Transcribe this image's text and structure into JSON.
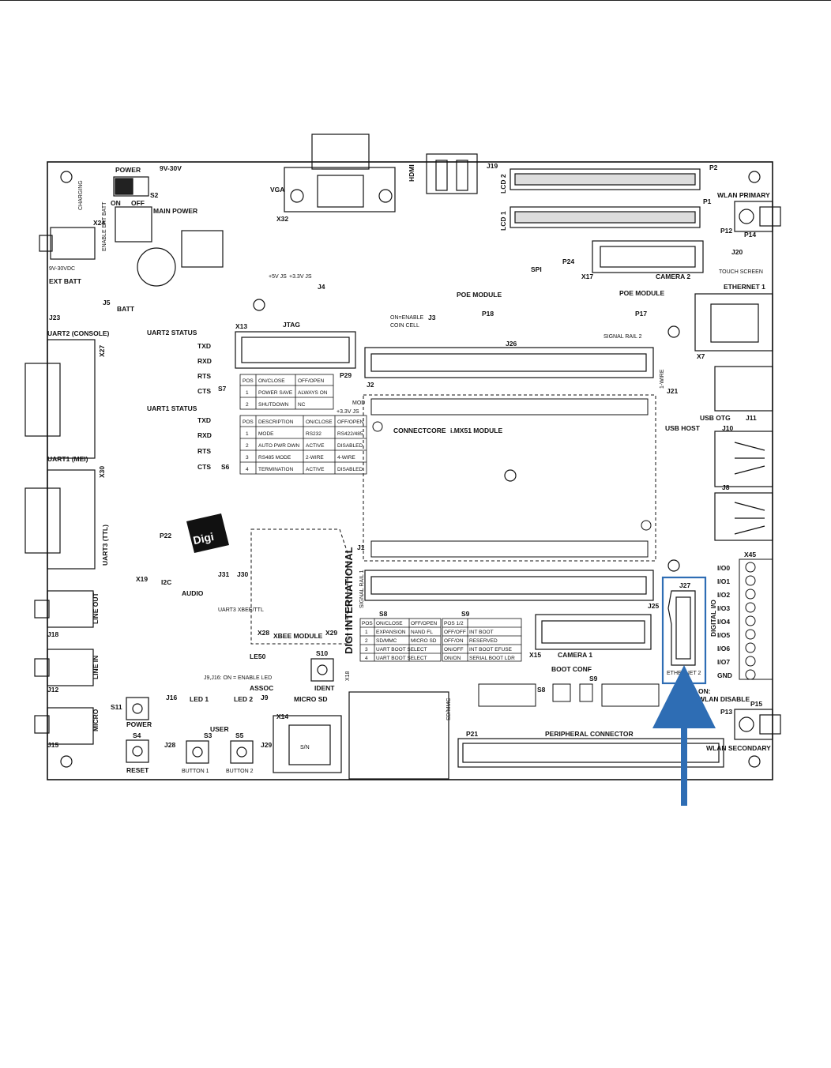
{
  "board": {
    "top_labels": {
      "power": "POWER",
      "voltage": "9V-30V",
      "s2": "S2",
      "on": "ON",
      "off": "OFF",
      "main_power": "MAIN POWER",
      "charging": "CHARGING",
      "enable_ext_batt": "ENABLE EXT BATT",
      "x24": "X24",
      "in_9v": "9V-30VDC",
      "ext_batt": "EXT BATT",
      "j23": "J23",
      "batt": "BATT",
      "j5": "J5",
      "on_mark": "ON",
      "x32": "X32",
      "vga": "VGA",
      "hdmi": "HDMI",
      "j19": "J19",
      "lcd2": "LCD 2",
      "lcd1": "LCD 1",
      "p2": "P2",
      "p1": "P1",
      "wlan_primary": "WLAN PRIMARY",
      "p12": "P12",
      "p14": "P14",
      "j20": "J20",
      "touch_screen": "TOUCH SCREEN",
      "camera2": "CAMERA 2",
      "x17": "X17",
      "spi": "SPI",
      "p24": "P24",
      "ethernet1": "ETHERNET 1",
      "x7": "X7",
      "poe_module_left": "POE MODULE",
      "p18": "P18",
      "poe_module_right": "POE MODULE",
      "p17": "P17",
      "plus5v": "+5V JS",
      "plus33v": "+3.3V JS",
      "j4": "J4",
      "x13": "X13",
      "jtag": "JTAG",
      "on_enable": "ON=ENABLE",
      "coin_cell": "COIN CELL",
      "j3": "J3",
      "j26": "J26",
      "signal_rail2": "SIGNAL RAIL 2",
      "one_wire": "1-WIRE",
      "j21": "J21",
      "usb_otg": "USB OTG",
      "j11": "J11",
      "usb_host": "USB HOST",
      "j10": "J10",
      "j8": "J8",
      "uart2_console": "UART2 (CONSOLE)",
      "x27": "X27",
      "uart2_status": "UART2 STATUS",
      "txd": "TXD",
      "rxd": "RXD",
      "rts": "RTS",
      "cts": "CTS",
      "s7": "S7",
      "uart1_status": "UART1 STATUS",
      "uart1_mei": "UART1 (MEI)",
      "x30": "X30",
      "s6": "S6",
      "p29": "P29",
      "j2": "J2",
      "plus33v_js": "+3.3V JS",
      "mod": "MOD",
      "connectcore": "CONNECTCORE",
      "module": "i.MX51 MODULE",
      "uart3_ttl": "UART3 (TTL)",
      "x19": "X19",
      "p22": "P22",
      "i2c": "I2C",
      "j31": "J31",
      "j30": "J30",
      "uart3_xbee": "UART3 XBEE/TTL",
      "audio": "AUDIO",
      "line_out": "LINE OUT",
      "j18": "J18",
      "line_in": "LINE IN",
      "j12": "J12",
      "micro": "MICRO",
      "j15": "J15",
      "s11": "S11",
      "power_btn": "POWER",
      "s4": "S4",
      "reset": "RESET",
      "j16": "J16",
      "j28": "J28",
      "led1": "LED 1",
      "led2": "LED 2",
      "user": "USER",
      "s3": "S3",
      "s5": "S5",
      "button1": "BUTTON 1",
      "button2": "BUTTON 2",
      "j9j16_note": "J9,J16: ON = ENABLE LED",
      "x28": "X28",
      "xbee_module": "XBEE MODULE",
      "x29": "X29",
      "j1": "J1",
      "digi_international": "DIGI INTERNATIONAL",
      "signal_rail1": "SIGNAL RAIL 1",
      "le50": "LE50",
      "assoc": "ASSOC",
      "s10": "S10",
      "ident": "IDENT",
      "micro_sd": "MICRO SD",
      "x14": "X14",
      "j29": "J29",
      "j9": "J9",
      "x18": "X18",
      "sd_mmc": "SD/MMC",
      "s8": "S8",
      "s9": "S9",
      "j25": "J25",
      "x15": "X15",
      "camera1": "CAMERA 1",
      "boot_conf": "BOOT CONF",
      "j27": "J27",
      "ethernet2": "ETHERNET 2",
      "x45": "X45",
      "digital_io": "DIGITAL I/O",
      "io": [
        "I/O0",
        "I/O1",
        "I/O2",
        "I/O3",
        "I/O4",
        "I/O5",
        "I/O6",
        "I/O7",
        "GND"
      ],
      "wlan_disable_on": "ON:",
      "wlan_disable": "WLAN DISABLE",
      "p13": "P13",
      "p15": "P15",
      "wlan_secondary": "WLAN SECONDARY",
      "p21": "P21",
      "peripheral_connector": "PERIPHERAL CONNECTOR",
      "digi_logo": "Digi",
      "sn": "S/N"
    },
    "table_s7": {
      "headers": [
        "POS",
        "ON/CLOSE",
        "OFF/OPEN"
      ],
      "rows": [
        [
          "1",
          "POWER SAVE",
          "ALWAYS ON"
        ],
        [
          "2",
          "SHUTDOWN",
          "NC"
        ]
      ]
    },
    "table_s6": {
      "headers": [
        "POS",
        "DESCRIPTION",
        "ON/CLOSE",
        "OFF/OPEN"
      ],
      "rows": [
        [
          "1",
          "MODE",
          "RS232",
          "RS422/485"
        ],
        [
          "2",
          "AUTO PWR DWN",
          "ACTIVE",
          "DISABLED"
        ],
        [
          "3",
          "RS485 MODE",
          "2-WIRE",
          "4-WIRE"
        ],
        [
          "4",
          "TERMINATION",
          "ACTIVE",
          "DISABLED"
        ]
      ]
    },
    "table_s8": {
      "headers": [
        "POS",
        "ON/CLOSE",
        "OFF/OPEN"
      ],
      "rows": [
        [
          "1",
          "EXPANSION",
          "NAND FL"
        ],
        [
          "2",
          "SD/MMC",
          "MICRO SD"
        ],
        [
          "3",
          "UART BOOT SELECT",
          ""
        ],
        [
          "4",
          "UART BOOT SELECT",
          ""
        ]
      ]
    },
    "table_s9": {
      "headers": [
        "POS 1/2",
        ""
      ],
      "rows": [
        [
          "OFF/OFF",
          "INT BOOT"
        ],
        [
          "OFF/ON",
          "RESERVED"
        ],
        [
          "ON/OFF",
          "INT BOOT EFUSE"
        ],
        [
          "ON/ON",
          "SERIAL BOOT LDR"
        ]
      ]
    },
    "highlight_color": "#2e6db4"
  }
}
